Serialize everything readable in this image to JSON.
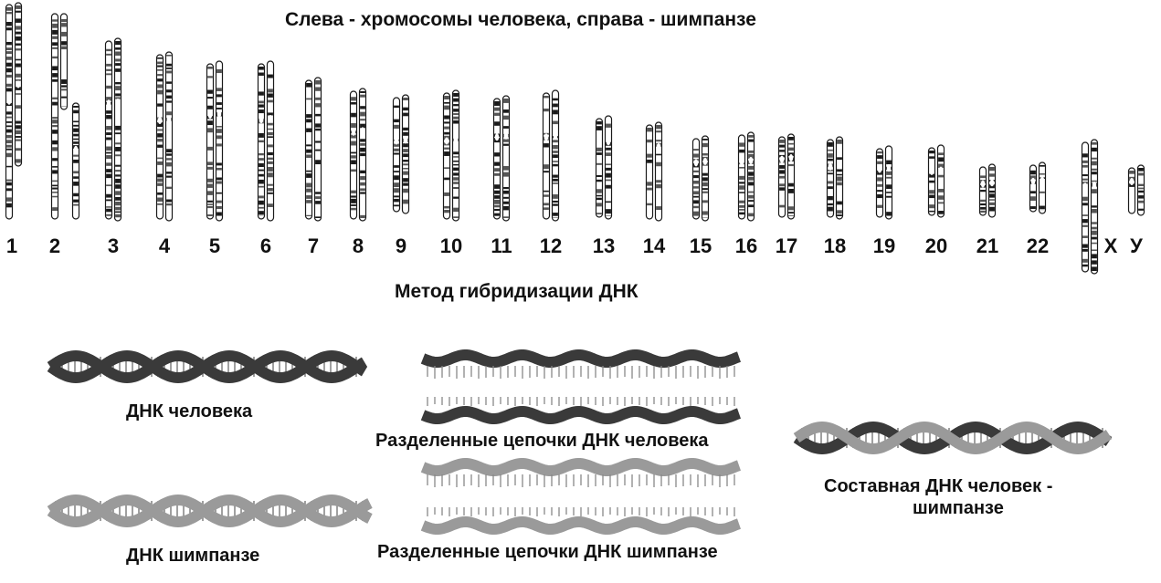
{
  "title": "Слева  -  хромосомы человека, справа - шимпанзе",
  "method_title": "Метод гибридизации ДНК",
  "chromosome_labels": [
    "1",
    "2",
    "3",
    "4",
    "5",
    "6",
    "7",
    "8",
    "9",
    "10",
    "11",
    "12",
    "13",
    "14",
    "15",
    "16",
    "17",
    "18",
    "19",
    "20",
    "21",
    "22",
    "X",
    "У"
  ],
  "captions": {
    "human_dna": "ДНК человека",
    "chimp_dna": "ДНК шимпанзе",
    "human_split": "Разделенные цепочки ДНК человека",
    "chimp_split": "Разделенные цепочки ДНК шимпанзе",
    "hybrid_line1": "Составная ДНК человек -",
    "hybrid_line2": "шимпанзе"
  },
  "colors": {
    "human_strand": "#3a3a3a",
    "chimp_strand": "#9a9a9a",
    "band_dark": "#1a1a1a"
  }
}
